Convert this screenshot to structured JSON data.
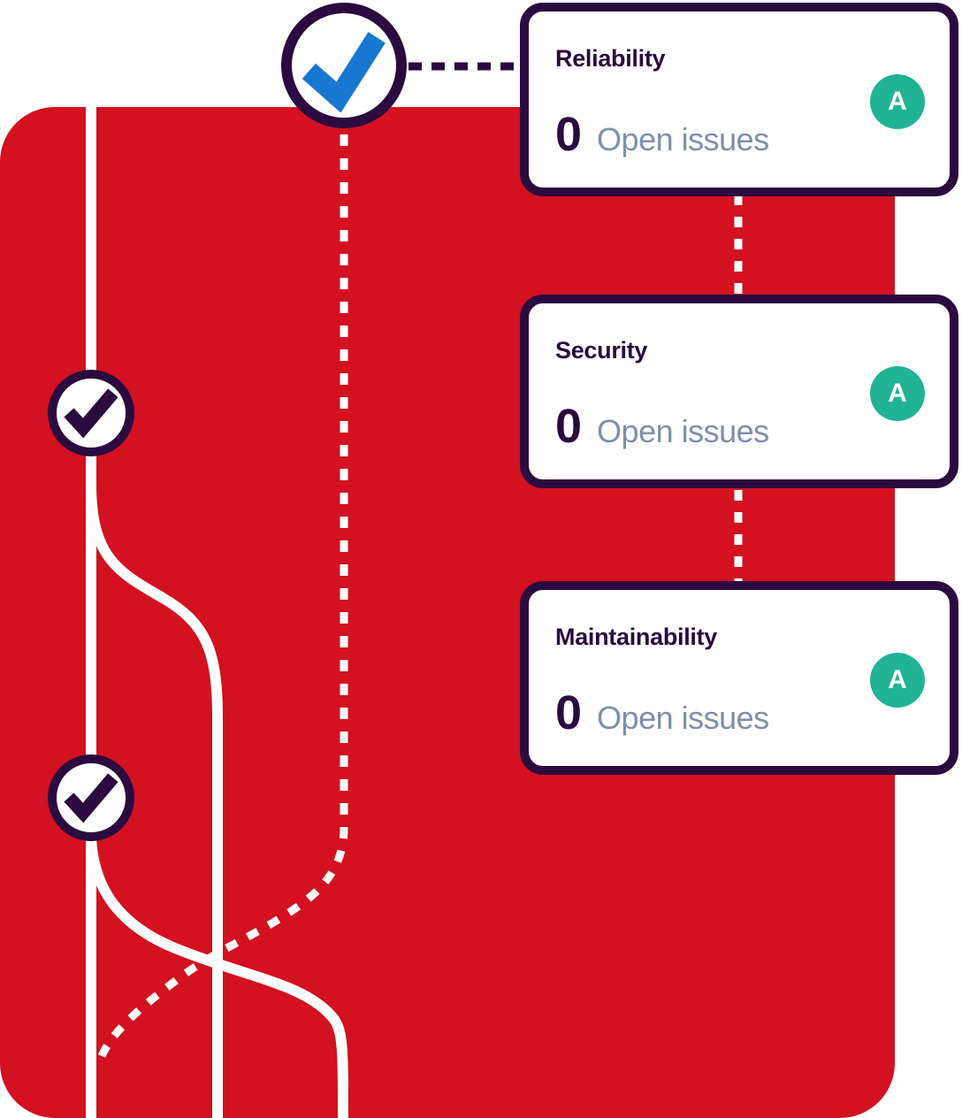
{
  "colors": {
    "background": "#ffffff",
    "panel_red": "#d31120",
    "dark_purple": "#2b0a3f",
    "line_white": "#ffffff",
    "check_blue": "#1877d1",
    "grade_green": "#20b394",
    "label_slate": "#7e90a8"
  },
  "diagram": {
    "checkpoint_icons": [
      "blue-check",
      "purple-check",
      "purple-check"
    ]
  },
  "cards": [
    {
      "title": "Reliability",
      "count": "0",
      "label": "Open issues",
      "grade": "A"
    },
    {
      "title": "Security",
      "count": "0",
      "label": "Open issues",
      "grade": "A"
    },
    {
      "title": "Maintainability",
      "count": "0",
      "label": "Open issues",
      "grade": "A"
    }
  ]
}
